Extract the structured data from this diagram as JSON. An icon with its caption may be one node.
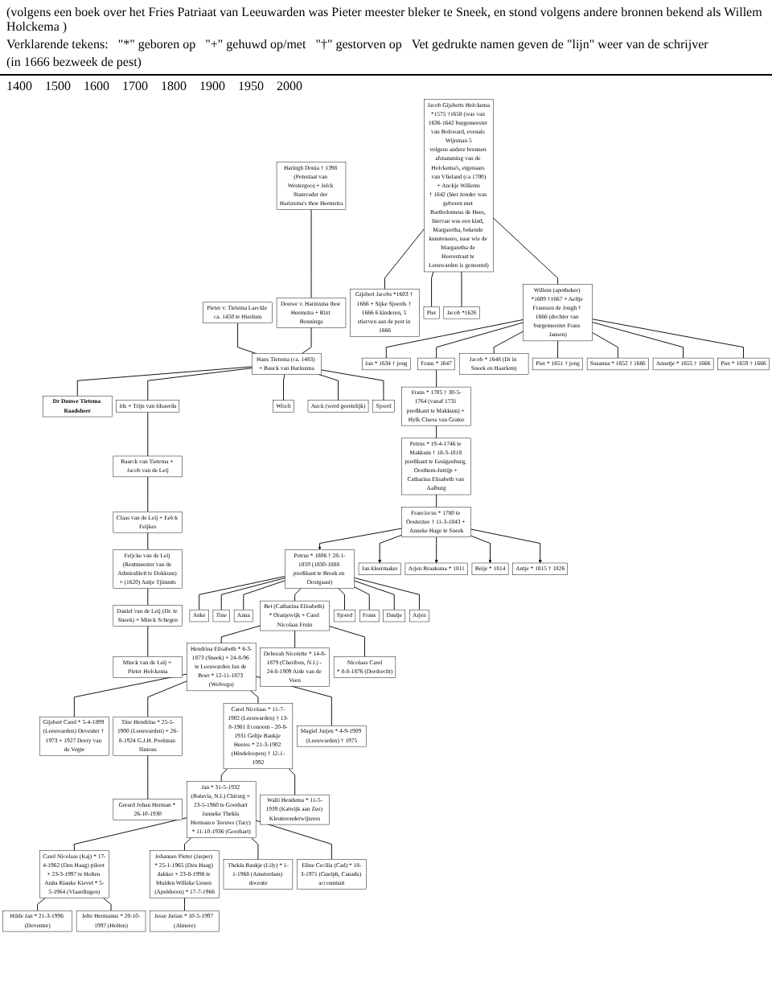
{
  "diagram": {
    "nodes": [
      {
        "text": [
          "Haringh Donia † 1398 (Potestaat van Westergoo) + Jelck Stamvader der Harinxma's thoe Heemstra"
        ]
      },
      {
        "text": [
          "Douwe v. Harinxma thoe Heemstra + Rixt Bonninga"
        ]
      },
      {
        "text": [
          "Pieter v. Tietema Laeckle ca. 1450 te Hieslum"
        ]
      },
      {
        "text": [
          "Hans Tietema (ca. 1483) + Bauck van Harinxma"
        ]
      },
      {
        "text": [
          "Dr Douwe Tietema Raadsheer"
        ]
      },
      {
        "text": [
          "Ids + Trijn van Idsaerda"
        ]
      },
      {
        "text": [
          "Wisch"
        ]
      },
      {
        "text": [
          "Auck (werd geestelijk)"
        ]
      },
      {
        "text": [
          "Sjoerd"
        ]
      },
      {
        "text": [
          "Baarck van Tietema + Jacob van de Leij"
        ]
      },
      {
        "text": [
          "Claas van de Leij + Eelck Feijkes"
        ]
      },
      {
        "text": [
          "Feijcke van de Leij (Rentmeester van de Admiraliteit te Dokkum) + (1620) Antje Tjimmts"
        ]
      },
      {
        "text": [
          "Daniel van de Leij (Dr. te Sneek) + Minck Schegen"
        ]
      },
      {
        "text": [
          "Minck van de Leij + Pieter Holckema"
        ]
      },
      {
        "text": [
          "Jacob Gijsberts Holckema",
          "*1575 †1658 (was van 1636-1642 burgemeester van Bolsward, evenals Wijnman 5",
          "volgens andere bronnen afstamming van de Holckema's, eigenaars van Vlieland (ca 1700)",
          "+ Anckje Willems",
          "† 1642 (hier zonder was geboren met Bartholomeus de Hees, hiervan was een kind, Margaretha, bekende kunstenares, naar wie de Margaretha de Heerestraat te Leeuwarden is genoemd)"
        ]
      },
      {
        "text": [
          "Gijsbert Jacobs *1603 † 1666 + Sijke Sjoerds † 1666 6 kinderen, 5 stierven aan de pest in 1666"
        ]
      },
      {
        "text": [
          "Pier"
        ]
      },
      {
        "text": [
          "Jacob *1626"
        ]
      },
      {
        "text": [
          "Willem (apotheker) *1609 †1667 + Aeltje Franssen de Jongh † 1666 (dochter van burgemeester Frans Jansen)"
        ]
      },
      {
        "text": [
          "Jan * 1634 † jong"
        ]
      },
      {
        "text": [
          "Frans * 1647"
        ]
      },
      {
        "text": [
          "Jacob * 1648 (Dr in Sneek en Haarlem)"
        ]
      },
      {
        "text": [
          "Pier * 1651 † jong"
        ]
      },
      {
        "text": [
          "Susanna * 1652 † 1666"
        ]
      },
      {
        "text": [
          "Annetje * 1655 † 1666"
        ]
      },
      {
        "text": [
          "Pier * 1659 † 1666"
        ]
      },
      {
        "text": [
          "Frans * 1705 † 30-5-1764 (vanaf 1731 predikant te Makkum) + Hylk Claess van Gratee"
        ]
      },
      {
        "text": [
          "Petrus * 19-4-1746 te Makkum † 18-3-1818 predikant te Eenigenburg, Oosthem-Jutrijp + Catharina Elisabeth van Aalburg"
        ]
      },
      {
        "text": [
          "Franciscus * 1780 te Oosterzee † 11-3-1843 + Anneke Hage te Sneek"
        ]
      },
      {
        "text": [
          "Petrus * 1806 † 28-1-1859 (1830-1888 predikant te Broek en Oostgaast)"
        ]
      },
      {
        "text": [
          "Jan kleermaker"
        ]
      },
      {
        "text": [
          "Arjen Braaksma * 1811"
        ]
      },
      {
        "text": [
          "Beije * 1814"
        ]
      },
      {
        "text": [
          "Antje * 1815 † 1826"
        ]
      },
      {
        "text": [
          "Anke"
        ]
      },
      {
        "text": [
          "Tine"
        ]
      },
      {
        "text": [
          "Anna"
        ]
      },
      {
        "text": [
          "Bet (Catharina Elisabeth) * Oranjewijk + Carel Nicolaas Fruin"
        ]
      },
      {
        "text": [
          "Sjoerd"
        ]
      },
      {
        "text": [
          "Frans"
        ]
      },
      {
        "text": [
          "Dautje"
        ]
      },
      {
        "text": [
          "Arjen"
        ]
      },
      {
        "text": [
          "Hendrina Elisabeth * 6-3-1873 (Sneek) + 24-8-96 te Leeuwarden Jan de Boer * 12-11-1873 (Wolvega)"
        ]
      },
      {
        "text": [
          "Deborah Nicolette * 14-8-1879 (Cheribon, N.I.) - 24-8-1909 Aide van de Veen"
        ]
      },
      {
        "text": [
          "Nicolaas Carel",
          "* 8-8-1876 (Dordrecht)"
        ]
      },
      {
        "text": [
          "Gijsbert Carel * 5-4-1899 (Leeuwarden) Deventer † 1973 + 1927 Dorry van de Vegte"
        ]
      },
      {
        "text": [
          "Tine Hendrina * 25-5-1900 (Leeuwarden) + 26-8-1924 G.J.H. Poolman Simons"
        ]
      },
      {
        "text": [
          "Carel Nicolaas * 11-7-1902 (Leeuwarden) † 13-8-1981 Econoom - 20-8-1931 Geltje Baukje Heeres * 21-3-1902 (Hindeloopen) † 12-1-1992"
        ]
      },
      {
        "text": [
          "Magiel Jurjen * 4-9-1909 (Leeuwarden) † 1975"
        ]
      },
      {
        "text": [
          "Gerard Johan Herman * 26-10-1930"
        ]
      },
      {
        "text": [
          "Jan * 31-5-1932 (Batavia, N.I.) Chirurg + 23-5-1960 te Goorhart Janneke Thekla Hermance Teeuws (Tary) * 11-10-1936 (Goorhart)"
        ]
      },
      {
        "text": [
          "Walli Hendema * 11-5-1939 (Katwijk aan Zee) Kleuteronderwijzeres"
        ]
      },
      {
        "text": [
          "Carel Nicolaas (Kaj) * 17-4-1962 (Den Haag) piloot + 23-3-1997 te Holten Anita Rianke Kievet * 5-5-1964 (Vlaardingen)"
        ]
      },
      {
        "text": [
          "Johannes Pieter (Jasper) * 25-1-1965 (Den Haag) dakker + 23-8-1998 te Muiden Willeke Uenen (Apeldoorn) * 17-7-1966"
        ]
      },
      {
        "text": [
          "Thekla Baukje (Lily) * 1-1-1968 (Amsterdam) docente"
        ]
      },
      {
        "text": [
          "Eline Cecilia (Cad) * 18-3-1971 (Guelph, Canada) accountant"
        ]
      },
      {
        "text": [
          "Hilde Jan * 21-3-1996 (Deventer)"
        ]
      },
      {
        "text": [
          "Jelte Hermanus * 20-10-1997 (Holten)"
        ]
      },
      {
        "text": [
          "Jesse Jurian * 10-5-1997 (Almere)"
        ]
      }
    ],
    "edges": [
      {
        "from": 0,
        "to": 1,
        "arrow": "none"
      },
      {
        "from": 2,
        "to": 3,
        "arrow": "none"
      },
      {
        "from": 1,
        "to": 3,
        "arrow": "none"
      },
      {
        "from": 3,
        "to": 4,
        "arrow": "none"
      },
      {
        "from": 3,
        "to": 5,
        "arrow": "none"
      },
      {
        "from": 3,
        "to": 6,
        "arrow": "none"
      },
      {
        "from": 3,
        "to": 7,
        "arrow": "none"
      },
      {
        "from": 3,
        "to": 8,
        "arrow": "none"
      },
      {
        "from": 5,
        "to": 9,
        "arrow": "none"
      },
      {
        "from": 9,
        "to": 10,
        "arrow": "none"
      },
      {
        "from": 10,
        "to": 11,
        "arrow": "none"
      },
      {
        "from": 11,
        "to": 12,
        "arrow": "none"
      },
      {
        "from": 12,
        "to": 13,
        "arrow": "none"
      },
      {
        "from": 14,
        "to": 15,
        "arrow": "none"
      },
      {
        "from": 14,
        "to": 16,
        "arrow": "none"
      },
      {
        "from": 14,
        "to": 17,
        "arrow": "none"
      },
      {
        "from": 14,
        "to": 18,
        "arrow": "none"
      },
      {
        "from": 18,
        "to": 19,
        "arrow": "none"
      },
      {
        "from": 18,
        "to": 20,
        "arrow": "none"
      },
      {
        "from": 18,
        "to": 21,
        "arrow": "none"
      },
      {
        "from": 18,
        "to": 22,
        "arrow": "none"
      },
      {
        "from": 18,
        "to": 23,
        "arrow": "none"
      },
      {
        "from": 18,
        "to": 24,
        "arrow": "none"
      },
      {
        "from": 18,
        "to": 25,
        "arrow": "none"
      },
      {
        "from": 20,
        "to": 26,
        "arrow": "none"
      },
      {
        "from": 26,
        "to": 27,
        "arrow": "none"
      },
      {
        "from": 27,
        "to": 28,
        "arrow": "none"
      },
      {
        "from": 28,
        "to": 29,
        "arrow": "to"
      },
      {
        "from": 28,
        "to": 30,
        "arrow": "to"
      },
      {
        "from": 28,
        "to": 31,
        "arrow": "to"
      },
      {
        "from": 28,
        "to": 32,
        "arrow": "to"
      },
      {
        "from": 28,
        "to": 33,
        "arrow": "to"
      },
      {
        "from": 29,
        "to": 34,
        "arrow": "none"
      },
      {
        "from": 29,
        "to": 35,
        "arrow": "none"
      },
      {
        "from": 29,
        "to": 36,
        "arrow": "none"
      },
      {
        "from": 29,
        "to": 37,
        "arrow": "none"
      },
      {
        "from": 29,
        "to": 38,
        "arrow": "none"
      },
      {
        "from": 29,
        "to": 39,
        "arrow": "none"
      },
      {
        "from": 29,
        "to": 40,
        "arrow": "none"
      },
      {
        "from": 29,
        "to": 41,
        "arrow": "none"
      },
      {
        "from": 37,
        "to": 42,
        "arrow": "none"
      },
      {
        "from": 37,
        "to": 43,
        "arrow": "none"
      },
      {
        "from": 37,
        "to": 44,
        "arrow": "none"
      },
      {
        "from": 42,
        "to": 45,
        "arrow": "none"
      },
      {
        "from": 42,
        "to": 46,
        "arrow": "none"
      },
      {
        "from": 42,
        "to": 47,
        "arrow": "none"
      },
      {
        "from": 42,
        "to": 48,
        "arrow": "none"
      },
      {
        "from": 46,
        "to": 49,
        "arrow": "none"
      },
      {
        "from": 47,
        "to": 50,
        "arrow": "none"
      },
      {
        "from": 47,
        "to": 51,
        "arrow": "none"
      },
      {
        "from": 50,
        "to": 52,
        "arrow": "none"
      },
      {
        "from": 50,
        "to": 53,
        "arrow": "none"
      },
      {
        "from": 50,
        "to": 54,
        "arrow": "none"
      },
      {
        "from": 50,
        "to": 55,
        "arrow": "none"
      },
      {
        "from": 52,
        "to": 56,
        "arrow": "none"
      },
      {
        "from": 52,
        "to": 57,
        "arrow": "none"
      },
      {
        "from": 53,
        "to": 58,
        "arrow": "none"
      }
    ],
    "labels": [
      "(volgens een boek over het Fries Patriaat van Leeuwarden was Pieter meester bleker te Sneek, en stond volgens andere bronnen bekend als Willem Holckema )",
      "Verklarende tekens:",
      "\"*\" geboren op",
      "\"+\" gehuwd op/met",
      "\"†\" gestorven op",
      "Vet gedrukte namen geven de \"lijn\" weer van de schrijver",
      "1400",
      "1500",
      "1600",
      "1700",
      "1800",
      "1900",
      "1950",
      "2000",
      "(in 1666 bezweek de pest)"
    ]
  }
}
